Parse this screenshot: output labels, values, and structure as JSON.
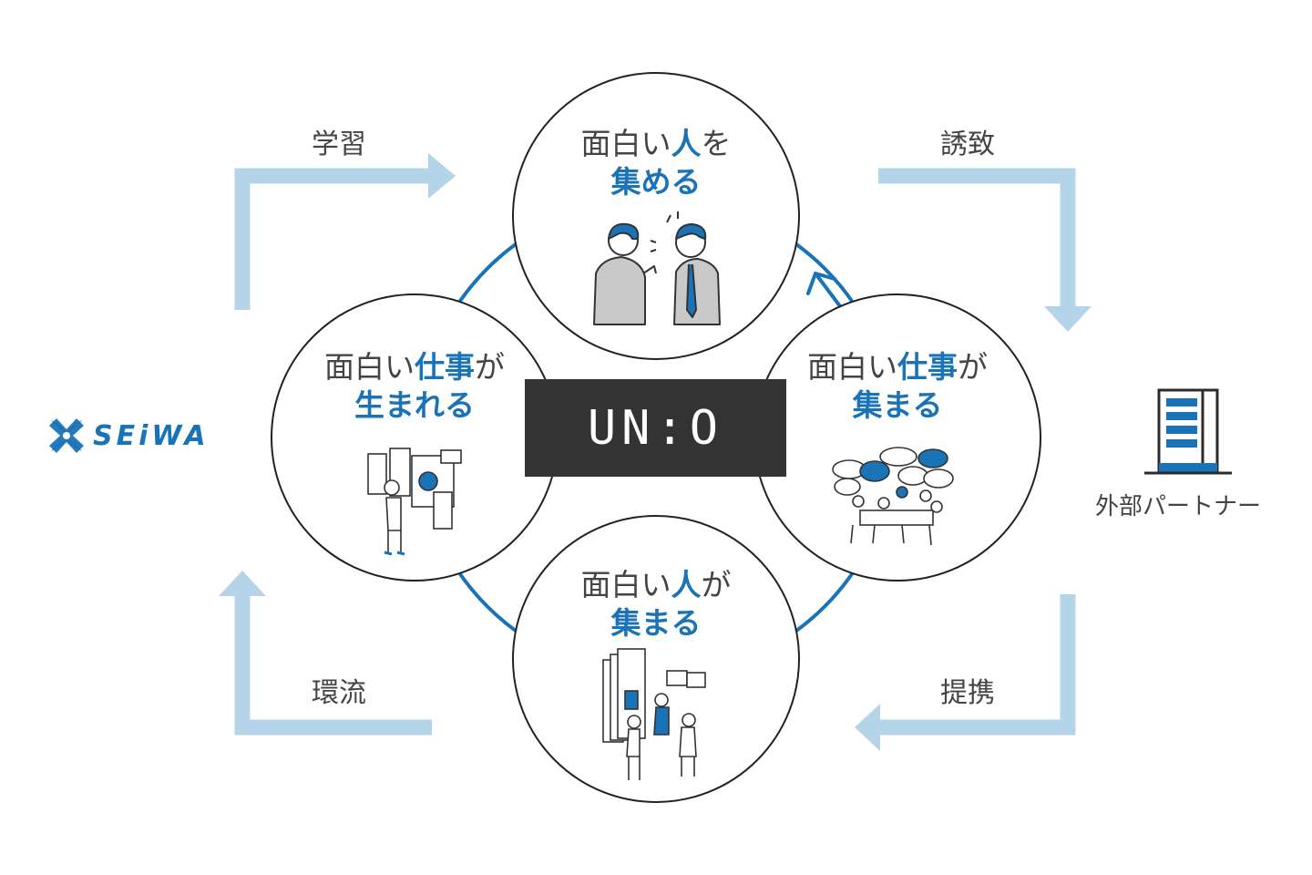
{
  "logo": {
    "text": "UN:O"
  },
  "company": {
    "name": "SEiWA"
  },
  "partner": {
    "label": "外部パートナー"
  },
  "flows": {
    "top_left": "学習",
    "top_right": "誘致",
    "bottom_left": "環流",
    "bottom_right": "提携"
  },
  "circles": {
    "top": {
      "prefix": "面白い",
      "emph": "人",
      "suffix": "を",
      "line2": "集める"
    },
    "left": {
      "prefix": "面白い",
      "emph": "仕事",
      "suffix": "が",
      "line2": "生まれる"
    },
    "right": {
      "prefix": "面白い",
      "emph": "仕事",
      "suffix": "が",
      "line2": "集まる"
    },
    "bottom": {
      "prefix": "面白い",
      "emph": "人",
      "suffix": "が",
      "line2": "集まる"
    }
  },
  "colors": {
    "accent": "#1a73b6",
    "arrow": "#b4d4ea",
    "logo_bg": "#333333",
    "text": "#444444"
  }
}
